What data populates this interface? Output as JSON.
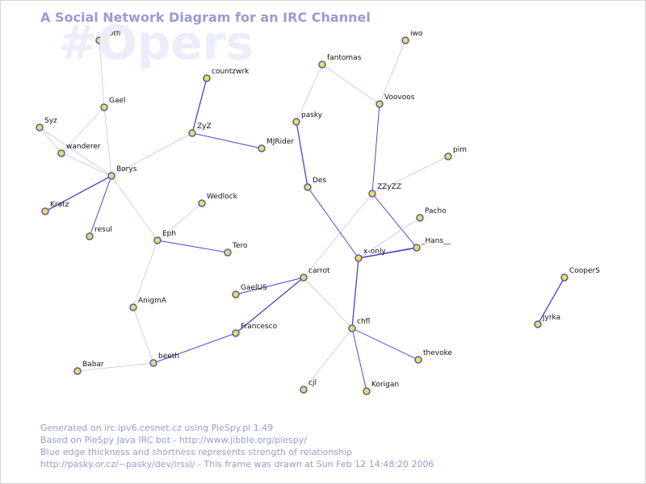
{
  "header": {
    "title": "A Social Network Diagram for an IRC Channel",
    "channel": "#Opers"
  },
  "footer": {
    "lines": [
      "Generated on irc.ipv6.cesnet.cz using PieSpy.pl 1.49",
      "Based on PieSpy Java IRC bot - http://www.jibble.org/piespy/",
      "Blue edge thickness and shortness represents strength of relationship",
      "http://pasky.or.cz/~pasky/dev/irssi/ - This frame was drawn at Sun Feb 12 14:48:20 2006"
    ]
  },
  "colors": {
    "background": "#ffffff",
    "title": "#9a9ad4",
    "channel_watermark": "#ececfb",
    "node_fill": "#f0e040",
    "node_stroke": "#5555cc",
    "strong_edge": "#4444cc",
    "weak_edge": "#c4c4ee"
  },
  "graph": {
    "nodes": [
      {
        "id": "notfl",
        "label": "notfl"
      },
      {
        "id": "Gael",
        "label": "Gael"
      },
      {
        "id": "Syz",
        "label": "Syz"
      },
      {
        "id": "wanderer",
        "label": "wanderer"
      },
      {
        "id": "Borys",
        "label": "Borys"
      },
      {
        "id": "Kratz",
        "label": "Kratz"
      },
      {
        "id": "resul",
        "label": "resul"
      },
      {
        "id": "countzwrk",
        "label": "countzwrk"
      },
      {
        "id": "ZyZ",
        "label": "ZyZ"
      },
      {
        "id": "MJRider",
        "label": "MJRider"
      },
      {
        "id": "Wedlock",
        "label": "Wedlock"
      },
      {
        "id": "Eph",
        "label": "Eph"
      },
      {
        "id": "Tero",
        "label": "Tero"
      },
      {
        "id": "AnigmA",
        "label": "AnigmA"
      },
      {
        "id": "Babar",
        "label": "Babar"
      },
      {
        "id": "beeth",
        "label": "beeth"
      },
      {
        "id": "Francesco",
        "label": "Francesco"
      },
      {
        "id": "GaelUS",
        "label": "GaelUS"
      },
      {
        "id": "carrot",
        "label": "carrot"
      },
      {
        "id": "fantomas",
        "label": "fantomas"
      },
      {
        "id": "pasky",
        "label": "pasky"
      },
      {
        "id": "Des",
        "label": "Des"
      },
      {
        "id": "iwo",
        "label": "iwo"
      },
      {
        "id": "Voovoos",
        "label": "Voovoos"
      },
      {
        "id": "pim",
        "label": "pim"
      },
      {
        "id": "ZZyZZ",
        "label": "ZZyZZ"
      },
      {
        "id": "Pacho",
        "label": "Pacho"
      },
      {
        "id": "Hans",
        "label": "_Hans__"
      },
      {
        "id": "xonly",
        "label": "x-only"
      },
      {
        "id": "chfl",
        "label": "chfl"
      },
      {
        "id": "thevoke",
        "label": "thevoke"
      },
      {
        "id": "cjl",
        "label": "cjl"
      },
      {
        "id": "Korigan",
        "label": "Korigan"
      },
      {
        "id": "CooperS",
        "label": "CooperS"
      },
      {
        "id": "jyrka",
        "label": "jyrka"
      }
    ],
    "edges": [
      {
        "a": "notfl",
        "b": "Gael",
        "strength": 0
      },
      {
        "a": "Gael",
        "b": "wanderer",
        "strength": 0
      },
      {
        "a": "Gael",
        "b": "Borys",
        "strength": 0
      },
      {
        "a": "Syz",
        "b": "wanderer",
        "strength": 0
      },
      {
        "a": "Syz",
        "b": "Borys",
        "strength": 0
      },
      {
        "a": "wanderer",
        "b": "Borys",
        "strength": 0
      },
      {
        "a": "Borys",
        "b": "Kratz",
        "strength": 2
      },
      {
        "a": "Borys",
        "b": "resul",
        "strength": 1
      },
      {
        "a": "Borys",
        "b": "ZyZ",
        "strength": 0
      },
      {
        "a": "Borys",
        "b": "Eph",
        "strength": 0
      },
      {
        "a": "countzwrk",
        "b": "ZyZ",
        "strength": 2
      },
      {
        "a": "ZyZ",
        "b": "MJRider",
        "strength": 1
      },
      {
        "a": "Wedlock",
        "b": "Eph",
        "strength": 0
      },
      {
        "a": "Eph",
        "b": "Tero",
        "strength": 1
      },
      {
        "a": "Eph",
        "b": "AnigmA",
        "strength": 0
      },
      {
        "a": "AnigmA",
        "b": "beeth",
        "strength": 0
      },
      {
        "a": "Babar",
        "b": "beeth",
        "strength": 0
      },
      {
        "a": "beeth",
        "b": "Francesco",
        "strength": 1
      },
      {
        "a": "Francesco",
        "b": "carrot",
        "strength": 2
      },
      {
        "a": "GaelUS",
        "b": "carrot",
        "strength": 1
      },
      {
        "a": "carrot",
        "b": "ZZyZZ",
        "strength": 0
      },
      {
        "a": "carrot",
        "b": "chfl",
        "strength": 0
      },
      {
        "a": "fantomas",
        "b": "pasky",
        "strength": 0
      },
      {
        "a": "fantomas",
        "b": "Voovoos",
        "strength": 0
      },
      {
        "a": "pasky",
        "b": "Des",
        "strength": 2
      },
      {
        "a": "Des",
        "b": "xonly",
        "strength": 1
      },
      {
        "a": "iwo",
        "b": "Voovoos",
        "strength": 0
      },
      {
        "a": "Voovoos",
        "b": "ZZyZZ",
        "strength": 1
      },
      {
        "a": "pim",
        "b": "ZZyZZ",
        "strength": 0
      },
      {
        "a": "ZZyZZ",
        "b": "Hans",
        "strength": 1
      },
      {
        "a": "Pacho",
        "b": "xonly",
        "strength": 0
      },
      {
        "a": "Hans",
        "b": "xonly",
        "strength": 3
      },
      {
        "a": "xonly",
        "b": "chfl",
        "strength": 2
      },
      {
        "a": "chfl",
        "b": "thevoke",
        "strength": 1
      },
      {
        "a": "chfl",
        "b": "cjl",
        "strength": 0
      },
      {
        "a": "chfl",
        "b": "Korigan",
        "strength": 1
      },
      {
        "a": "CooperS",
        "b": "jyrka",
        "strength": 2
      }
    ]
  }
}
